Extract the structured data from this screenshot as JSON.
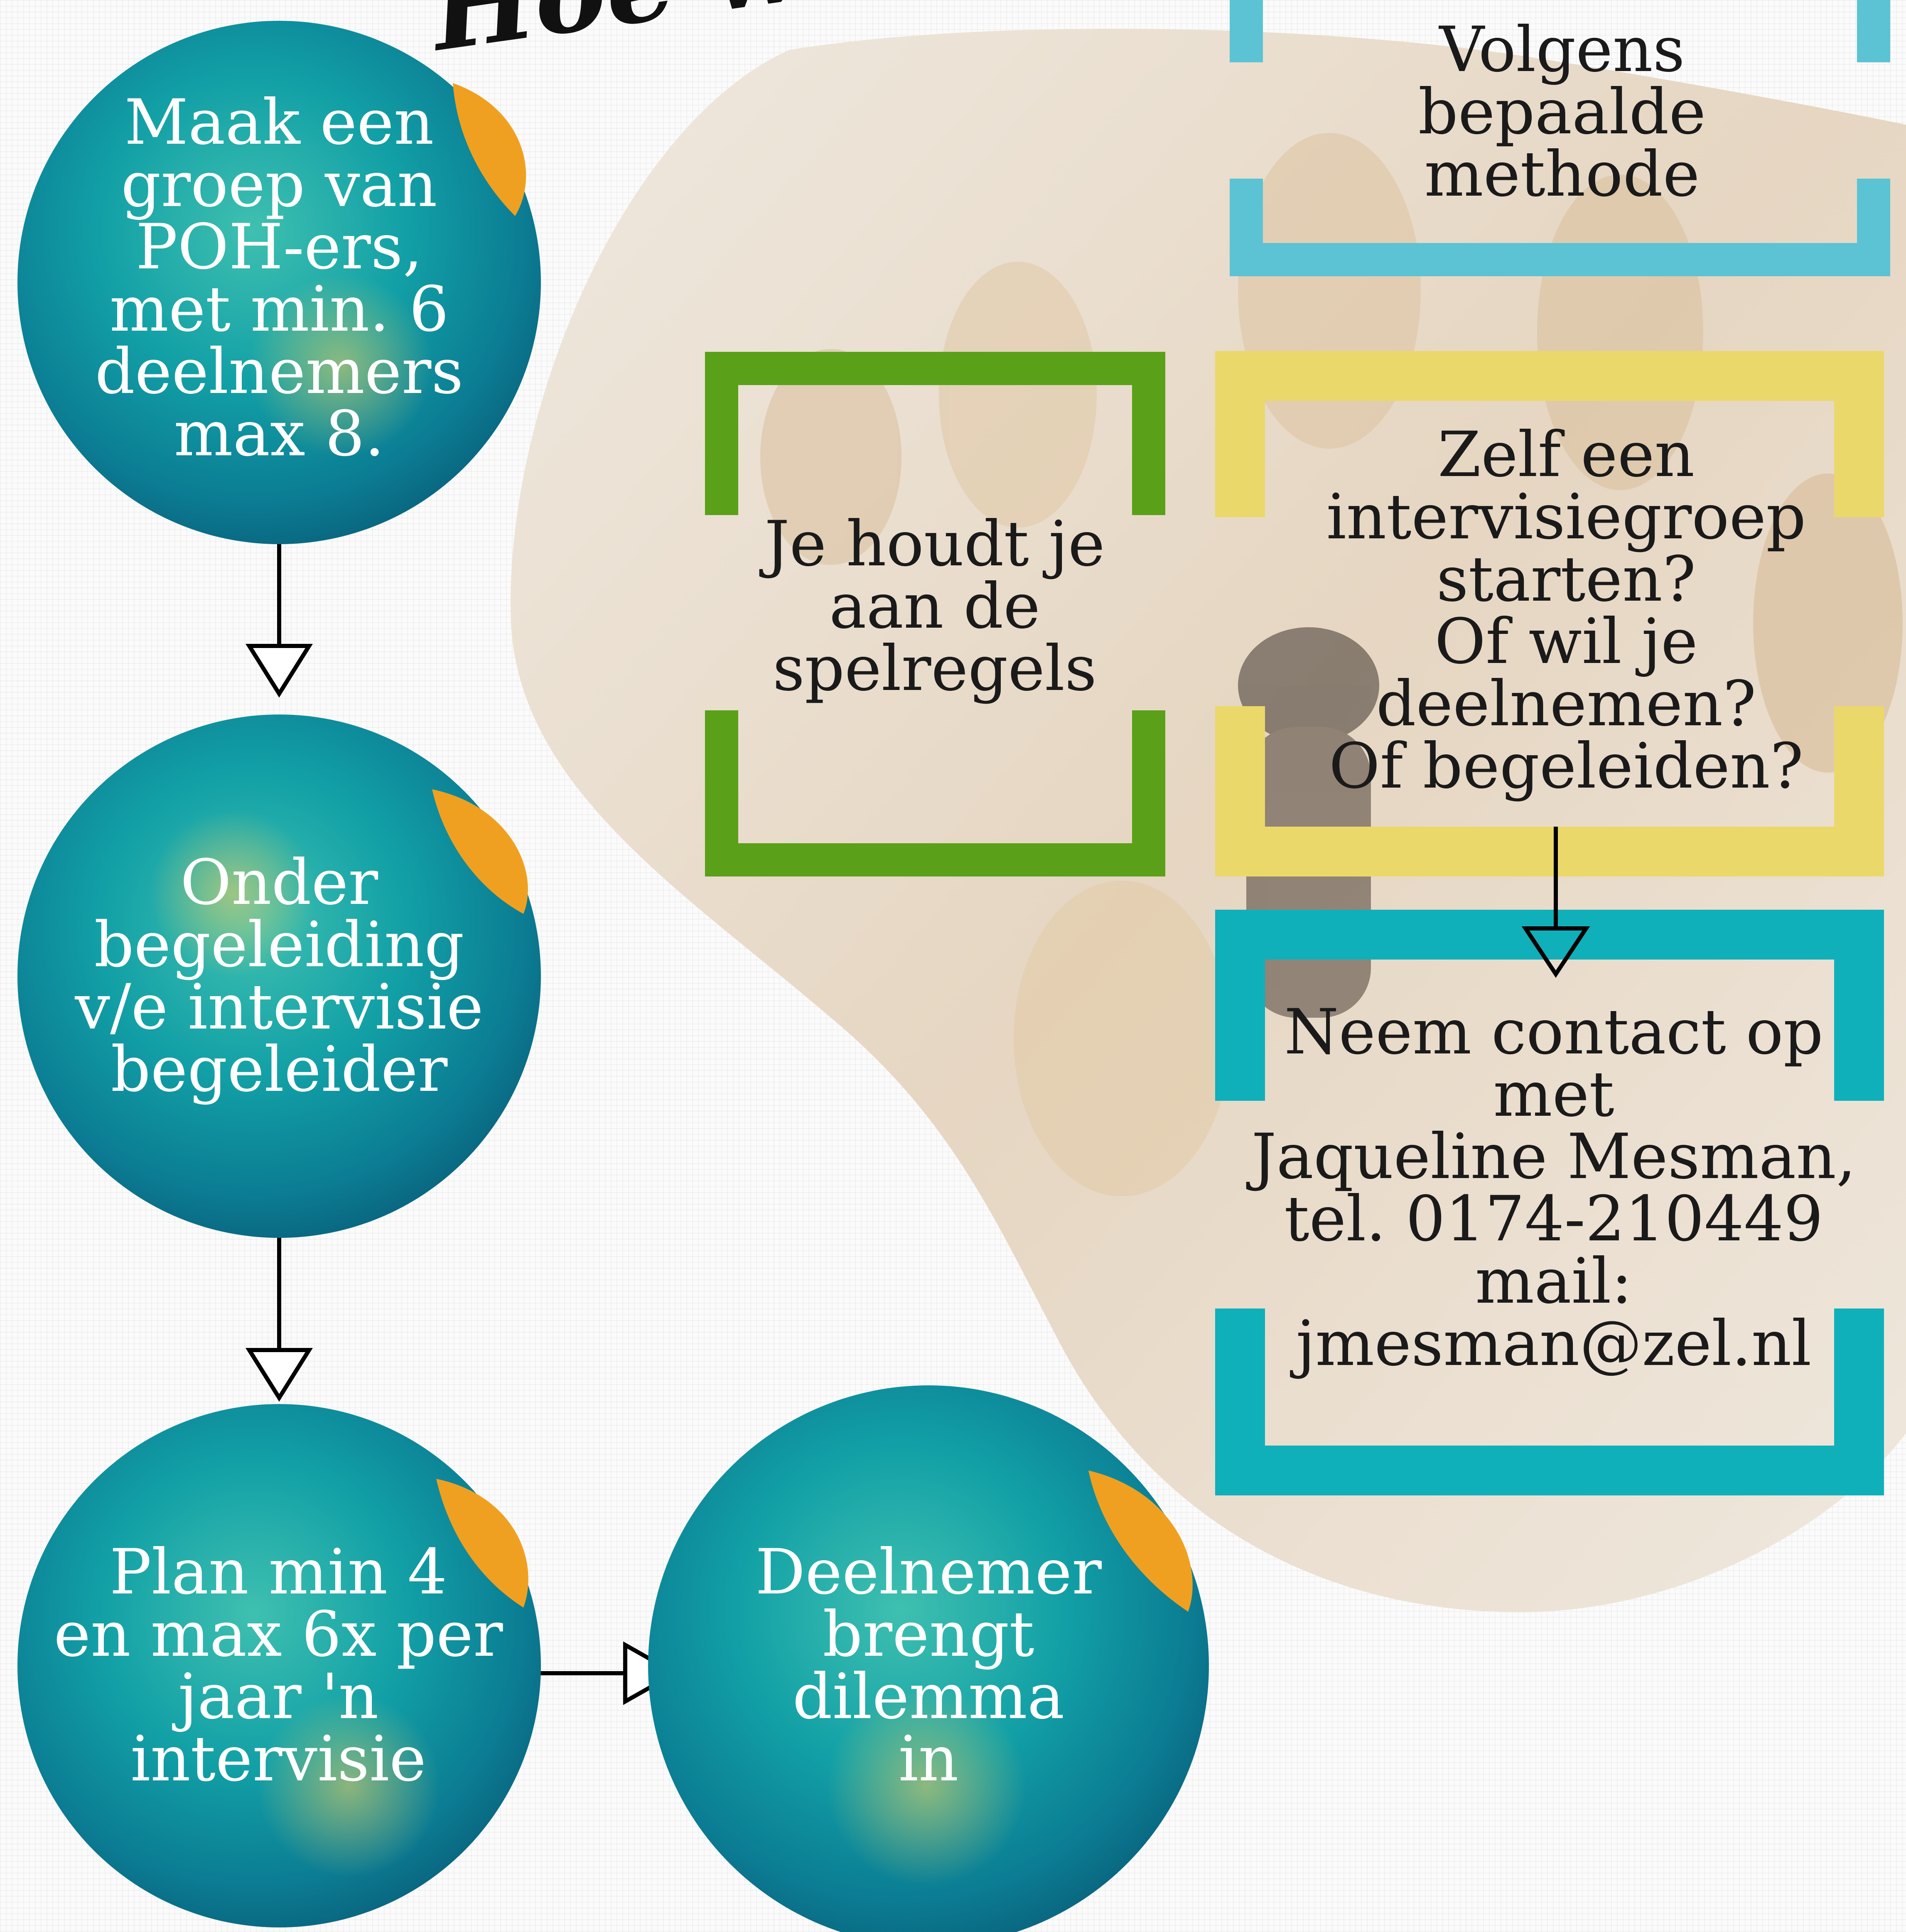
{
  "title_fragment": "Hoe we",
  "colors": {
    "teal": "#0e9aa8",
    "teal_dark": "#0a6f86",
    "orange": "#f0a020",
    "green_frame": "#5aa018",
    "yellow_frame": "#ebd86a",
    "light_blue_frame": "#5bc3d3",
    "teal_frame": "#10b0bb",
    "blob": "#ece5da"
  },
  "circles": [
    {
      "label": "Maak een\ngroep van\nPOH-ers,\nmet min. 6\ndeelnemers\nmax 8."
    },
    {
      "label": "Onder\nbegeleiding\nv/e intervisie\nbegeleider"
    },
    {
      "label": "Plan min 4\nen max 6x per\njaar 'n\nintervisie"
    },
    {
      "label": "Deelnemer\nbrengt\ndilemma\nin"
    }
  ],
  "boxes": {
    "method": {
      "label": "Volgens\nbepaalde\nmethode"
    },
    "rules": {
      "label": "Je houdt je\naan de\nspelregels"
    },
    "start": {
      "label": "Zelf een\nintervisiegroep\nstarten?\nOf wil je\ndeelnemen?\nOf begeleiden?"
    },
    "contact": {
      "label": "Neem contact op\nmet\nJaqueline Mesman,\ntel. 0174-210449\nmail:\njmesman@zel.nl"
    }
  }
}
